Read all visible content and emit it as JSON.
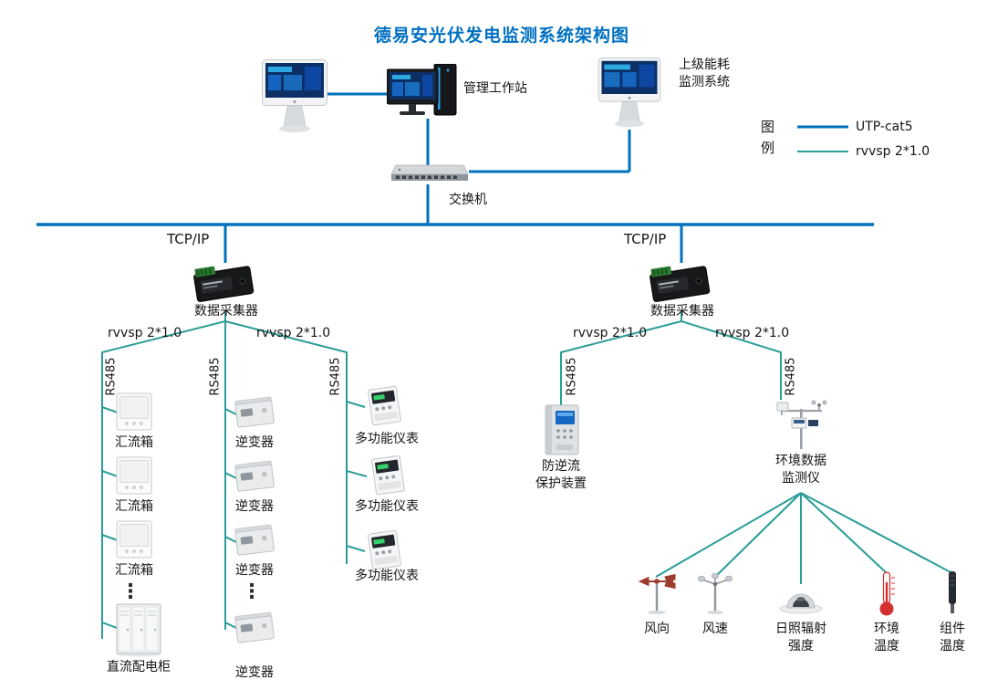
{
  "title": "德易安光伏发电监测系统架构图",
  "legend": {
    "label": "图例",
    "items": [
      {
        "name": "utp-cat5",
        "label": "UTP-cat5",
        "color": "#0072BC"
      },
      {
        "name": "rvvsp",
        "label": "rvvsp 2*1.0",
        "color": "#2A9D96"
      }
    ]
  },
  "top": {
    "workstation_label": "管理工作站",
    "upper_system_label": "上级能耗\n监测系统",
    "switch_label": "交换机"
  },
  "network": {
    "tcpip_left": "TCP/IP",
    "tcpip_right": "TCP/IP",
    "collector_left_label": "数据采集器",
    "collector_right_label": "数据采集器",
    "rvvsp_labels": [
      "rvvsp 2*1.0",
      "rvvsp 2*1.0",
      "rvvsp 2*1.0",
      "rvvsp 2*1.0"
    ],
    "rs485_labels": [
      "RS485",
      "RS485",
      "RS485",
      "RS485",
      "RS485"
    ]
  },
  "left_branch": {
    "combiner_labels": [
      "汇流箱",
      "汇流箱",
      "汇流箱"
    ],
    "combiner_ellipsis": "⋮",
    "dc_cabinet_label": "直流配电柜",
    "inverter_labels": [
      "逆变器",
      "逆变器",
      "逆变器",
      "逆变器"
    ],
    "inverter_ellipsis": "⋮",
    "meter_labels": [
      "多功能仪表",
      "多功能仪表",
      "多功能仪表"
    ]
  },
  "right_branch": {
    "anti_backflow_label": "防逆流\n保护装置",
    "env_monitor_label": "环境数据\n监测仪",
    "sensor_labels": [
      "风向",
      "风速",
      "日照辐射\n强度",
      "环境\n温度",
      "组件\n温度"
    ]
  }
}
